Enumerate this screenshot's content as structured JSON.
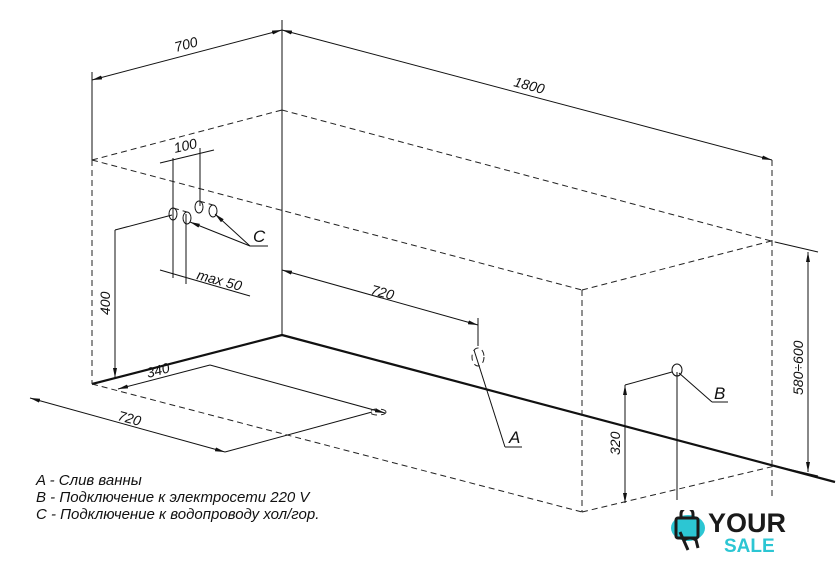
{
  "dimensions": {
    "width_700": "700",
    "length_1800": "1800",
    "pipe_spacing_100": "100",
    "pipe_offset_max50": "max 50",
    "pipe_height_400": "400",
    "drain_offset_720_top": "720",
    "drain_offset_340": "340",
    "drain_offset_720_bottom": "720",
    "socket_height_320": "320",
    "height_580_600": "580÷600"
  },
  "labels": {
    "a": "A",
    "b": "B",
    "c": "C"
  },
  "legend": [
    "A - Слив ванны",
    "B - Подключение к электросети 220 V",
    "C - Подключение к водопроводу хол/гор."
  ],
  "logo": {
    "line1": "YOUR",
    "line2": "SALE",
    "accent": "#2cc6d3"
  }
}
